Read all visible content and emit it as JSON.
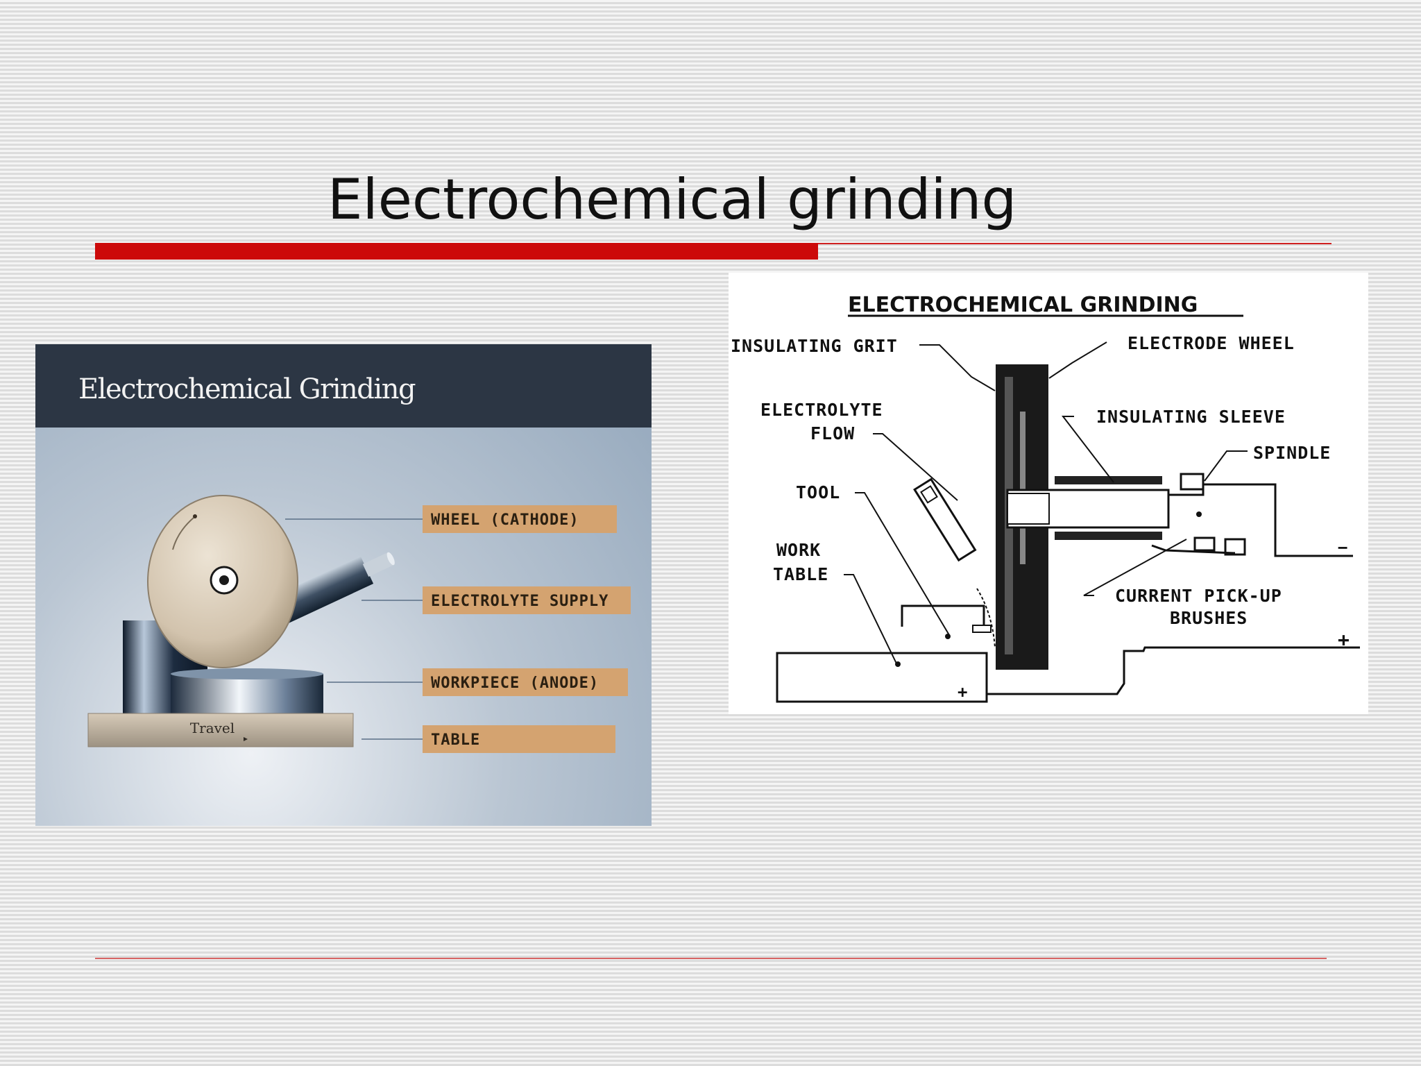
{
  "slide": {
    "title": "Electrochemical grinding"
  },
  "left_figure": {
    "header_title": "Electrochemical Grinding",
    "labels": {
      "wheel": "WHEEL (CATHODE)",
      "electrolyte": "ELECTROLYTE SUPPLY",
      "workpiece": "WORKPIECE (ANODE)",
      "table": "TABLE"
    },
    "table_caption": "Travel",
    "label_color": "#d4a370"
  },
  "right_figure": {
    "title": "ELECTROCHEMICAL GRINDING",
    "labels": {
      "insulating_grit": "INSULATING GRIT",
      "electrode_wheel": "ELECTRODE WHEEL",
      "electrolyte_flow_1": "ELECTROLYTE",
      "electrolyte_flow_2": "FLOW",
      "insulating_sleeve": "INSULATING SLEEVE",
      "spindle": "SPINDLE",
      "tool": "TOOL",
      "work_table_1": "WORK",
      "work_table_2": "TABLE",
      "current_pickup_1": "CURRENT PICK-UP",
      "current_pickup_2": "BRUSHES",
      "minus": "−",
      "plus_right": "+",
      "plus_bottom": "+"
    }
  }
}
